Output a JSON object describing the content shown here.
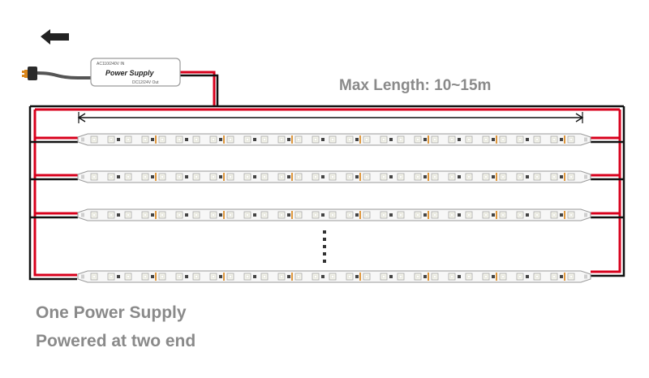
{
  "power_supply": {
    "input_label": "AC110/240V IN",
    "title": "Power Supply",
    "output_label": "DC12/24V Out"
  },
  "dimension": {
    "label": "Max Length: 10~15m"
  },
  "strips": [
    {
      "id": "strip-1"
    },
    {
      "id": "strip-2"
    },
    {
      "id": "strip-3"
    },
    {
      "id": "strip-4"
    }
  ],
  "captions": {
    "line1": "One Power Supply",
    "line2": "Powered at two end"
  },
  "colors": {
    "positive_wire": "#d8001c",
    "negative_wire": "#111111",
    "strip_body": "#f7f7f7",
    "led": "#f4f4ec",
    "label_gray": "#8a8a8a",
    "plug_copper": "#d9861c"
  },
  "icons": {
    "direction": "arrow-left-icon",
    "plug": "plug-icon"
  }
}
